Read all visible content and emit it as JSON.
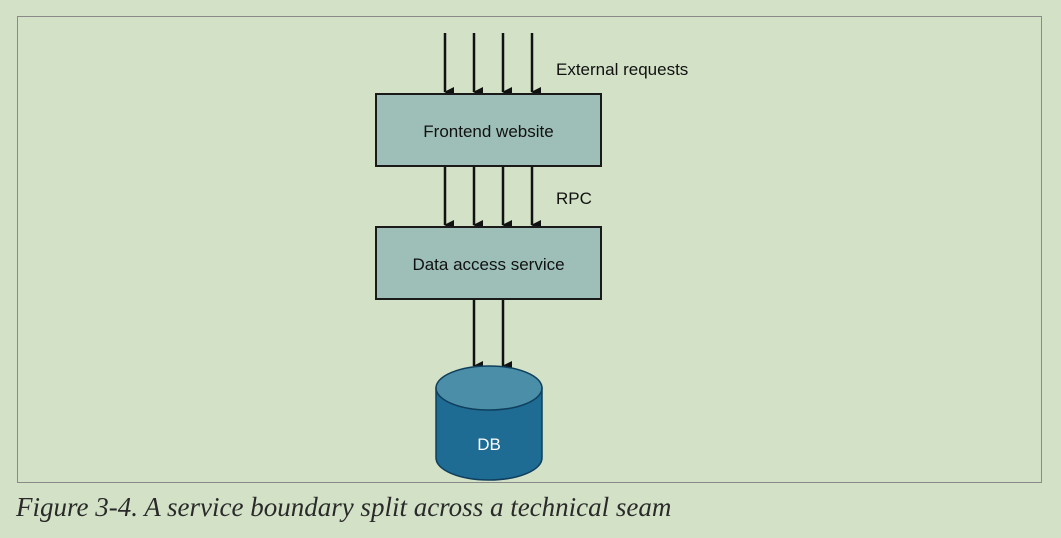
{
  "diagram": {
    "labels": {
      "external_requests": "External requests",
      "rpc": "RPC"
    },
    "nodes": {
      "frontend": "Frontend website",
      "data_access": "Data access service",
      "database": "DB"
    },
    "colors": {
      "box_fill": "#9dbfb7",
      "box_stroke": "#1a1a1a",
      "db_side": "#1e6b93",
      "db_top": "#4a8ea8",
      "background": "#d3e2c7"
    }
  },
  "caption": "Figure 3-4. A service boundary split across a technical seam"
}
